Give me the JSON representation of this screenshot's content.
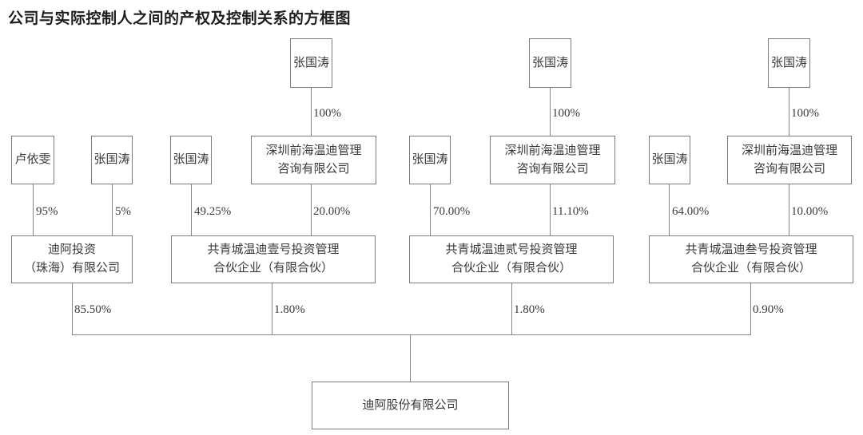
{
  "title": "公司与实际控制人之间的产权及控制关系的方框图",
  "groups": [
    {
      "shareholders": [
        {
          "label": "卢依雯",
          "pct": "95%"
        },
        {
          "label": "张国涛",
          "pct": "5%"
        }
      ],
      "entity": {
        "line1": "迪阿投资",
        "line2": "（珠海）有限公司",
        "pct": "85.50%"
      }
    },
    {
      "controller": {
        "label": "张国涛",
        "pct": "100%"
      },
      "shareholders": [
        {
          "label": "张国涛",
          "pct": "49.25%"
        },
        {
          "line1": "深圳前海温迪管理",
          "line2": "咨询有限公司",
          "pct": "20.00%"
        }
      ],
      "entity": {
        "line1": "共青城温迪壹号投资管理",
        "line2": "合伙企业（有限合伙）",
        "pct": "1.80%"
      }
    },
    {
      "controller": {
        "label": "张国涛",
        "pct": "100%"
      },
      "shareholders": [
        {
          "label": "张国涛",
          "pct": "70.00%"
        },
        {
          "line1": "深圳前海温迪管理",
          "line2": "咨询有限公司",
          "pct": "11.10%"
        }
      ],
      "entity": {
        "line1": "共青城温迪贰号投资管理",
        "line2": "合伙企业（有限合伙）",
        "pct": "1.80%"
      }
    },
    {
      "controller": {
        "label": "张国涛",
        "pct": "100%"
      },
      "shareholders": [
        {
          "label": "张国涛",
          "pct": "64.00%"
        },
        {
          "line1": "深圳前海温迪管理",
          "line2": "咨询有限公司",
          "pct": "10.00%"
        }
      ],
      "entity": {
        "line1": "共青城温迪叁号投资管理",
        "line2": "合伙企业（有限合伙）",
        "pct": "0.90%"
      }
    }
  ],
  "company": {
    "label": "迪阿股份有限公司"
  }
}
